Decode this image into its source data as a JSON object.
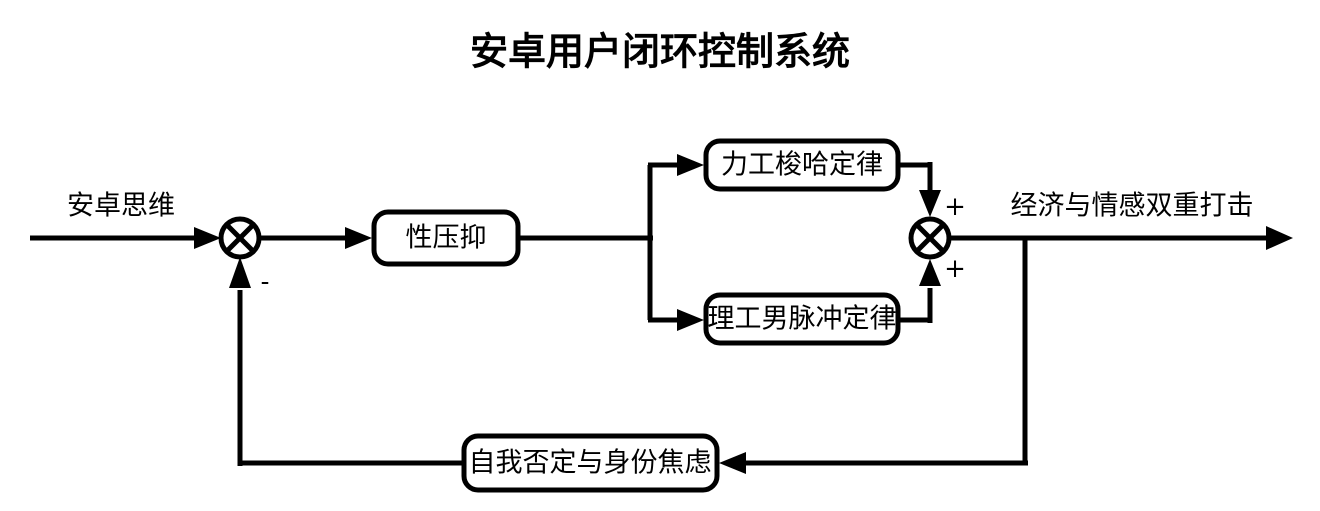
{
  "title": "安卓用户闭环控制系统",
  "diagram": {
    "type": "control-system-block-diagram",
    "input_signal": {
      "label": "安卓思维"
    },
    "output_signal": {
      "label": "经济与情感双重打击"
    },
    "summing_junctions": [
      {
        "id": "error-junction",
        "glyph": "circle-cross",
        "signs": [
          "-"
        ]
      },
      {
        "id": "merge-junction",
        "glyph": "circle-cross",
        "signs": [
          "+",
          "+"
        ]
      }
    ],
    "blocks": [
      {
        "id": "controller",
        "label": "性压抑"
      },
      {
        "id": "plant-top",
        "label": "力工梭哈定律"
      },
      {
        "id": "plant-bottom",
        "label": "理工男脉冲定律"
      },
      {
        "id": "feedback",
        "label": "自我否定与身份焦虑"
      }
    ],
    "signs": {
      "negative": "-",
      "positive_top": "+",
      "positive_bottom": "+"
    },
    "colors": {
      "stroke": "#000000",
      "background": "#ffffff",
      "text": "#000000"
    }
  }
}
